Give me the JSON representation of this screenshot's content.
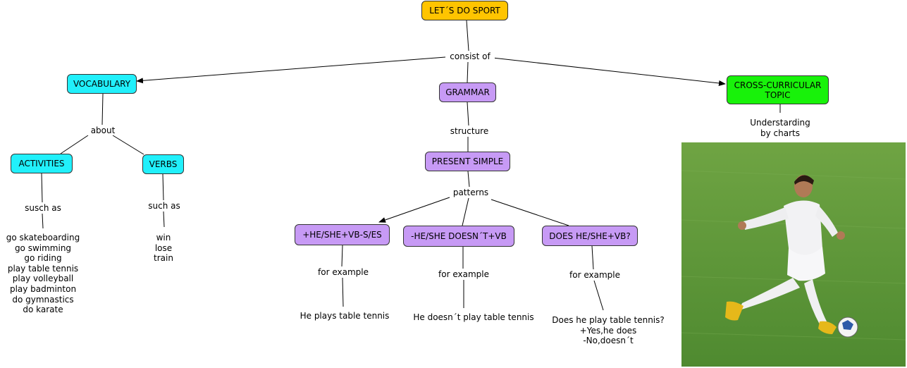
{
  "nodes": {
    "root": "LET´S DO SPORT",
    "vocabulary": "VOCABULARY",
    "grammar": "GRAMMAR",
    "cross": "CROSS-CURRICULAR TOPIC",
    "activities": "ACTIVITIES",
    "verbs": "VERBS",
    "present_simple": "PRESENT SIMPLE",
    "affirmative": "+HE/SHE+VB-S/ES",
    "negative": "-HE/SHE DOESN´T+VB",
    "question": "DOES HE/SHE+VB?"
  },
  "links": {
    "consist_of": "consist of",
    "about": "about",
    "structure": "structure",
    "such_as_1": "susch as",
    "such_as_2": "such as",
    "patterns": "patterns",
    "for_example_1": "for example",
    "for_example_2": "for example",
    "for_example_3": "for example"
  },
  "texts": {
    "activities_list": "go skateboarding\ngo swimming\ngo riding\nplay table tennis\nplay volleyball\nplay badminton\ndo gymnastics\ndo karate",
    "verbs_list": "win\nlose\ntrain",
    "affirmative_example": "He plays table tennis",
    "negative_example": "He doesn´t play table tennis",
    "question_example": "Does he play table tennis?\n+Yes,he does\n-No,doesn´t",
    "cross_detail": "Understarding\nby charts"
  },
  "colors": {
    "cyan": "#21f0fb",
    "purple": "#c79af5",
    "orange": "#ffc400",
    "green": "#18f20a",
    "grass": "#5f9a3a"
  },
  "image": {
    "icon": "football-player-photo"
  }
}
